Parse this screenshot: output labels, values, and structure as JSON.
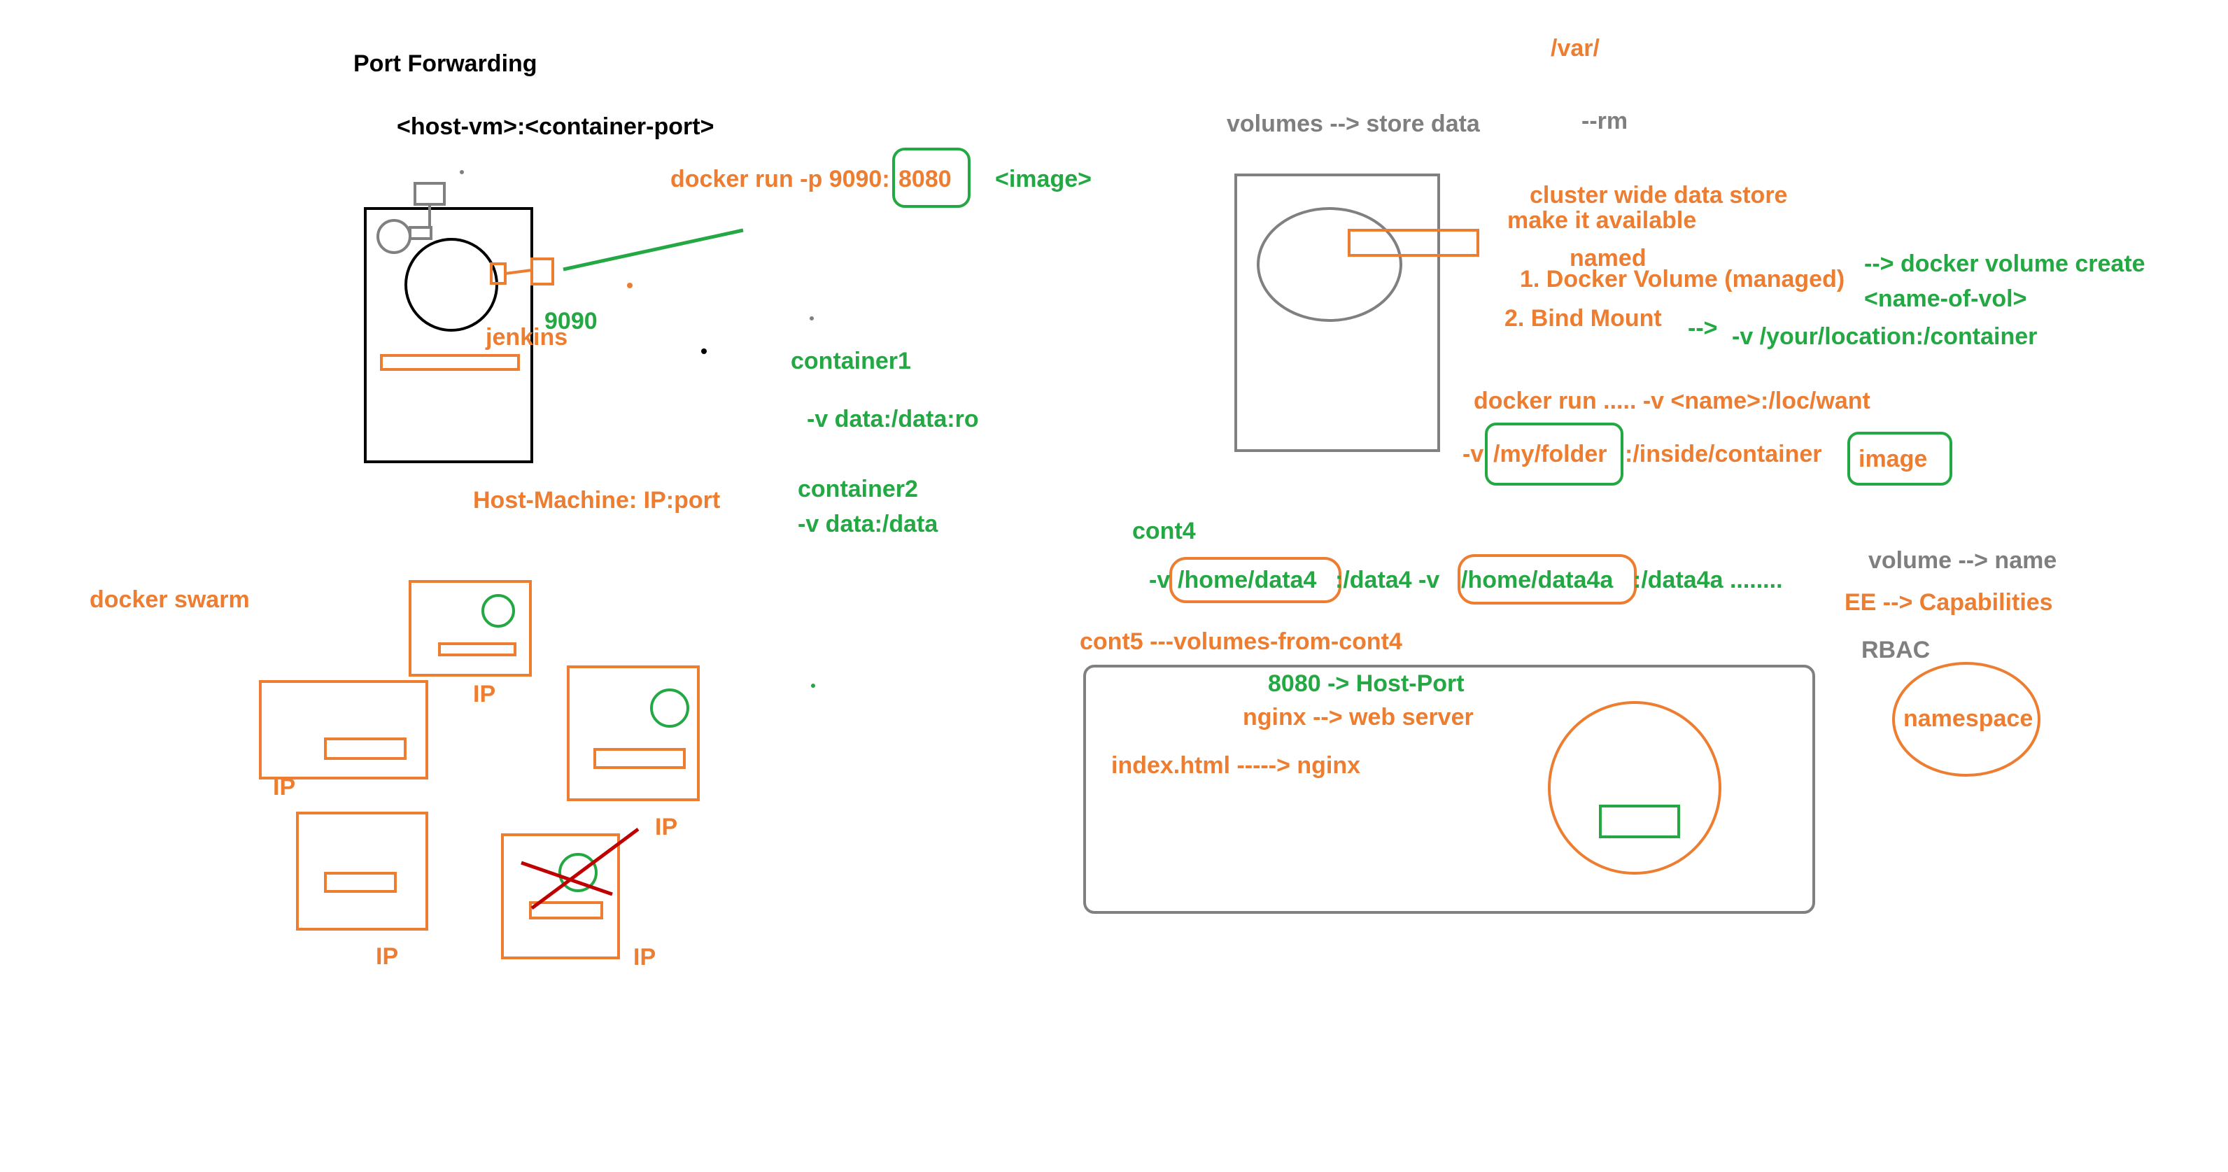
{
  "colors": {
    "orange": "#ED7D31",
    "green": "#23A843",
    "gray": "#808080",
    "black": "#000000",
    "red": "#C00000"
  },
  "labels": {
    "port_forwarding_title": "Port Forwarding",
    "host_vm_format": "<host-vm>:<container-port>",
    "docker_run_cmd": "docker run -p 9090:",
    "port_8080": "8080",
    "image_placeholder": "<image>",
    "port_9090": "9090",
    "jenkins": "jenkins",
    "container1": "container1",
    "volume_ro": "-v data:/data:ro",
    "container2": "container2",
    "volume_rw": "-v data:/data",
    "host_machine": "Host-Machine: IP:port",
    "docker_swarm": "docker swarm",
    "ip": "IP",
    "var_path": "/var/",
    "volumes_store": "volumes --> store data",
    "rm_flag": "--rm",
    "cluster_store": "cluster wide data store",
    "make_available": "make it available",
    "named": "named",
    "docker_volume_managed": "1. Docker Volume (managed)",
    "docker_volume_create": "--> docker volume create",
    "name_of_vol": "<name-of-vol>",
    "bind_mount": "2. Bind Mount",
    "bind_arrow": "-->",
    "bind_location": "-v /your/location:/container",
    "docker_run_volume": "docker run ..... -v <name>:/loc/want",
    "v_prefix": "-v",
    "my_folder": "/my/folder",
    "inside_container": ":/inside/container",
    "image": "image",
    "cont4": "cont4",
    "home_data4": "/home/data4",
    "data4_v": ":/data4 -v",
    "home_data4a": "/home/data4a",
    "data4a_rest": ":/data4a ........",
    "volume_name": "volume --> name",
    "ee_capabilities": "EE --> Capabilities",
    "rbac": "RBAC",
    "namespace": "namespace",
    "cont5": "cont5 ---volumes-from-cont4",
    "host_port": "8080 -> Host-Port",
    "nginx_web": "nginx --> web server",
    "index_nginx": "index.html -----> nginx"
  }
}
